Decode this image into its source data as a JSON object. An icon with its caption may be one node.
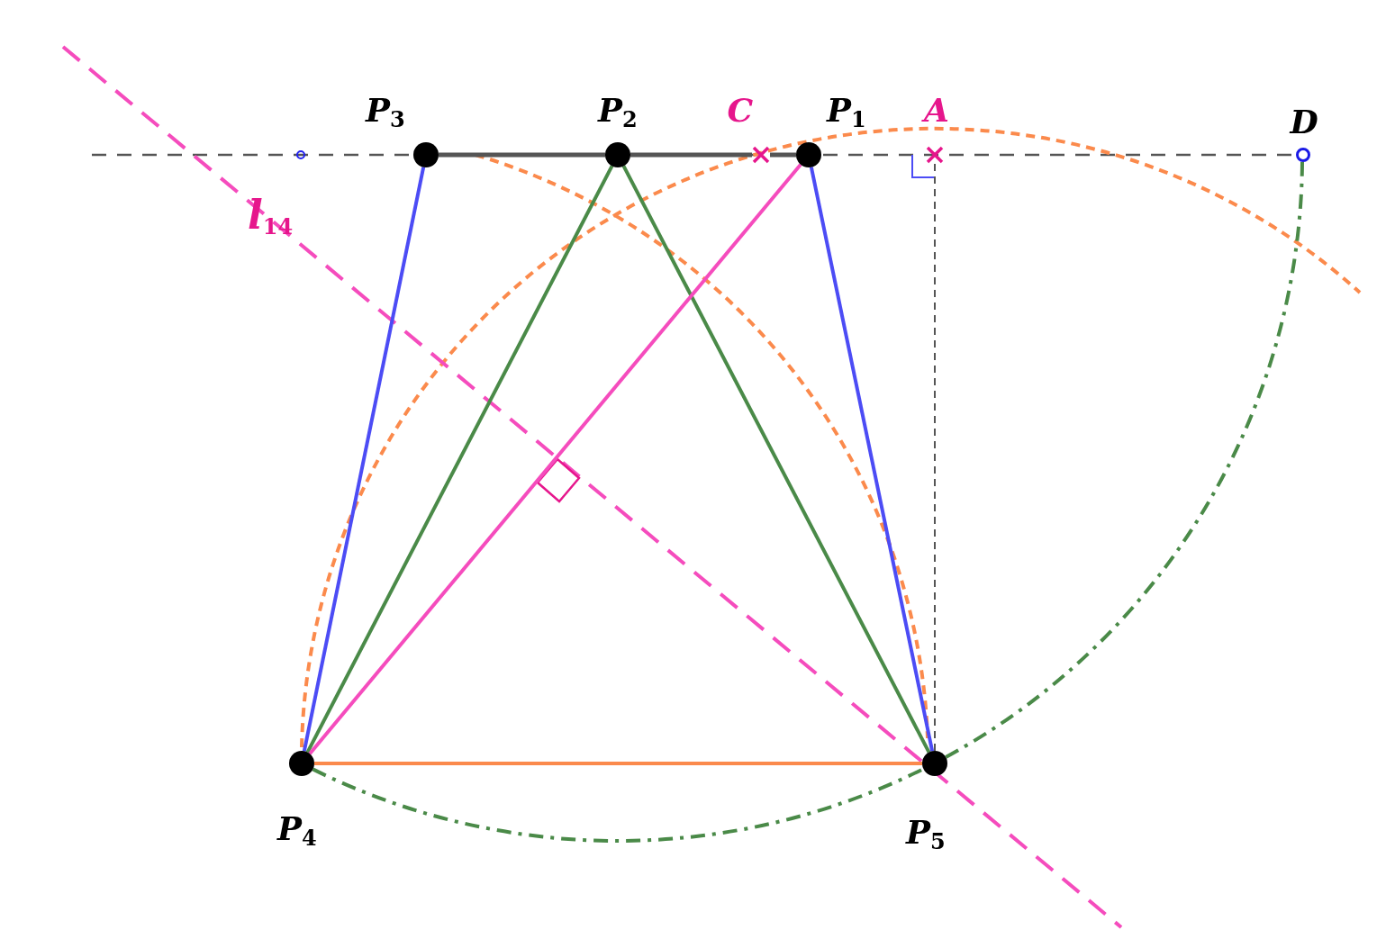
{
  "diagram": {
    "nodes": [
      {
        "text": [],
        "shape": "circle",
        "beside": [
          "P$_{3}$"
        ]
      },
      {
        "text": [],
        "shape": "circle",
        "beside": [
          "P$_{2}$"
        ]
      },
      {
        "text": [],
        "shape": "cross",
        "beside": [
          "C"
        ]
      },
      {
        "text": [],
        "shape": "circle",
        "beside": [
          "P$_{1}$"
        ]
      },
      {
        "text": [],
        "shape": "cross",
        "beside": [
          "A"
        ]
      },
      {
        "text": [],
        "shape": "ring",
        "beside": [
          "D"
        ]
      },
      {
        "text": [],
        "shape": "circle",
        "beside": [
          "P$_{4}$"
        ]
      },
      {
        "text": [],
        "shape": "circle",
        "beside": [
          "P$_{5}$"
        ]
      }
    ],
    "edges": [
      {
        "from": 0,
        "to": 1,
        "arrow": "none",
        "color": "#555555"
      },
      {
        "from": 1,
        "to": 2,
        "arrow": "none",
        "color": "#555555"
      },
      {
        "from": 2,
        "to": 3,
        "arrow": "none",
        "color": "#555555"
      },
      {
        "from": 0,
        "to": 6,
        "arrow": "none",
        "color": "#4c4cf5"
      },
      {
        "from": 3,
        "to": 7,
        "arrow": "none",
        "color": "#4c4cf5"
      },
      {
        "from": 1,
        "to": 6,
        "arrow": "none",
        "color": "#4a8a48"
      },
      {
        "from": 1,
        "to": 7,
        "arrow": "none",
        "color": "#4a8a48"
      },
      {
        "from": 3,
        "to": 6,
        "arrow": "none",
        "color": "#f54cbd"
      },
      {
        "from": 6,
        "to": 7,
        "arrow": "none",
        "color": "#fb8a4c"
      },
      {
        "from": 4,
        "to": 7,
        "arrow": "none",
        "style": "dashed",
        "color": "#555555"
      },
      {
        "from": 6,
        "to": 7,
        "arrow": "none",
        "style": "dashed",
        "color": "#4a8a48"
      },
      {
        "from": 7,
        "to": 5,
        "arrow": "none",
        "style": "dashed",
        "color": "#4a8a48"
      }
    ],
    "labels": [
      "l$_{14}$"
    ]
  }
}
